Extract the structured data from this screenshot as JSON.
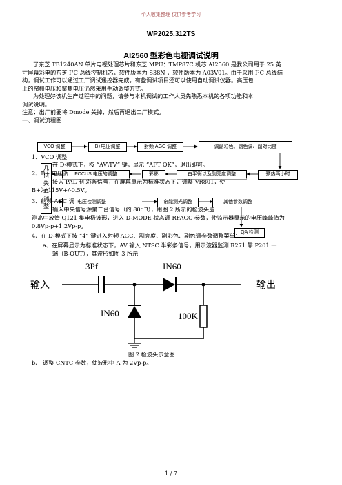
{
  "header": "个人收集整理  仅供参考学习",
  "doc": {
    "code": "WP2025.312TS",
    "title": "AI2560 型彩色电视调试说明",
    "intro_lines": [
      "了东芝 TB1240AN 单片电视处理芯片和东芝 MPU：TMP87C 机芯 AI2560 是我公司用于 25 英",
      "寸屏幕彩电的东芝 I²C 总线控制机芯，软件版本为 S38N ，软件版本为 A03V01。由于采用 I²C 总线结",
      "构，调试工作可以通过工厂调试遥控器完成，有些调试项目还可以使用自动调试仪器。高压包",
      "上的帘栅电压和聚焦电压仍然采用手动调整方式。"
    ],
    "para2_lines": [
      "为处理好该机生产过程中的问题，请参与本机调试的工作人员先熟悉本机的各项功能和本",
      "调试说明。"
    ],
    "note": "注意：出厂前要将 Dmode 关掉，然后再退出工厂模式。",
    "section1": "一、调试流程图"
  },
  "flow": {
    "row1": [
      "VCO 调整",
      "B+电压调整",
      "射频 AGC 调整",
      "调副彩色、副色调、副对比度"
    ],
    "row2": [
      "FOCUS 电压的调整",
      "彩影",
      "白平衡以及副亮度调整",
      "预热两小时"
    ],
    "row3": [
      "电压检测调整",
      "帘能测光调整",
      "其他参数调整"
    ],
    "row4": "QA 检测",
    "side": [
      "几",
      "何",
      "失",
      "真",
      "调",
      "整"
    ]
  },
  "steps": {
    "s1": "1、VCO 调整",
    "s1b": "在 D-模式下，按 “AV\\TV” 键，显示 “AFT OK”，退出即可。",
    "s2": "2、B+ 电压调",
    "s2b": "接入 PAL 制 彩条信号，在屏幕显示为标准状态下，调整 VR801，使",
    "s2c": "B+为 115V+/-0.5V。",
    "s3": "3、射频 AGC 调",
    "s3b": "输入中央信号源第二台信号（约 80dB），用图 2 所示的检波头监",
    "s3c": "测高中放管 Q121 集电极波形，进入 D-MODE 状态调 RFAGC 参数，使监示器显示的电压峰峰值为",
    "s3d": "0.8Vp-p+1.2Vp-p。",
    "s4": "4、在 D-模式下按 “4” 键进入射频 AGC、副亮度、副彩色、副色调参数调整菜单：",
    "s4a": "a、在屏幕显示为标准状态下，AV 输入 NTSC 半彩条信号，用示波器监测   R271 靠 P201 一",
    "s4a2": "端（B-OUT），其波形如图 3 所示",
    "s4b": "b、  调整 CNTC 参数，使波形中 A 为 2Vp-p。"
  },
  "figure": {
    "cap_label": "3Pf",
    "diode_top": "IN60",
    "diode_left": "IN60",
    "resistor": "100K",
    "input": "输入",
    "output": "输出",
    "caption": "图 2 检波头示意图"
  },
  "footer": "1  /  7"
}
